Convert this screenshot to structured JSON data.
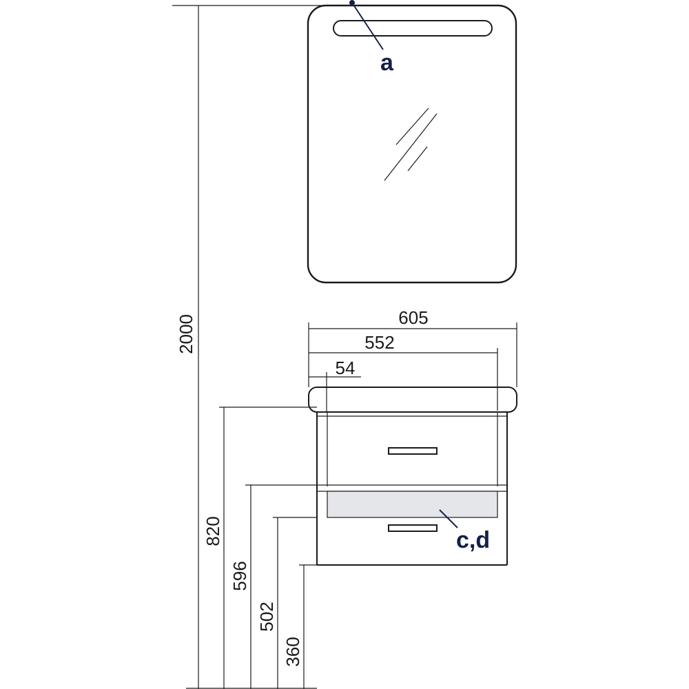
{
  "dimensions": {
    "total_height": "2000",
    "width_605": "605",
    "width_552": "552",
    "width_54": "54",
    "height_820": "820",
    "height_596": "596",
    "height_502": "502",
    "height_360": "360"
  },
  "callouts": {
    "a": "a",
    "cd": "c,d"
  },
  "colors": {
    "line": "#1a1a1a",
    "callout": "#14204a",
    "shelf_fill": "#e4e6ea"
  }
}
